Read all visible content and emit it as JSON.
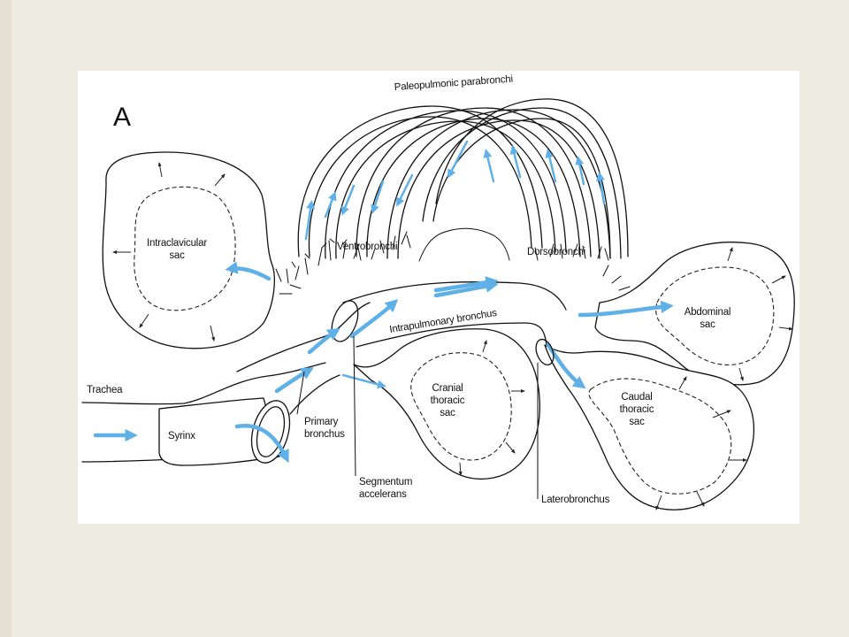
{
  "slide": {
    "panel_letter": "A"
  },
  "labels": {
    "paleopulmonic": "Paleopulmonic parabronchi",
    "ventrobronchi": "Ventrobronchi",
    "dorsobronchi": "Dorsobronchi",
    "intraclavicular_line1": "Intraclavicular",
    "intraclavicular_line2": "sac",
    "intrapulmonary": "Intrapulmonary bronchus",
    "abdominal_line1": "Abdominal",
    "abdominal_line2": "sac",
    "cranial_line1": "Cranial",
    "cranial_line2": "thoracic",
    "cranial_line3": "sac",
    "caudal_line1": "Caudal",
    "caudal_line2": "thoracic",
    "caudal_line3": "sac",
    "trachea": "Trachea",
    "syrinx": "Syrinx",
    "primary_line1": "Primary",
    "primary_line2": "bronchus",
    "segmentum_line1": "Segmentum",
    "segmentum_line2": "accelerans",
    "laterobronchus": "Laterobronchus"
  },
  "colors": {
    "airflow": "#5FB0E6",
    "outline": "#111111",
    "background": "#EEEBE1",
    "panel": "#FFFFFF"
  }
}
